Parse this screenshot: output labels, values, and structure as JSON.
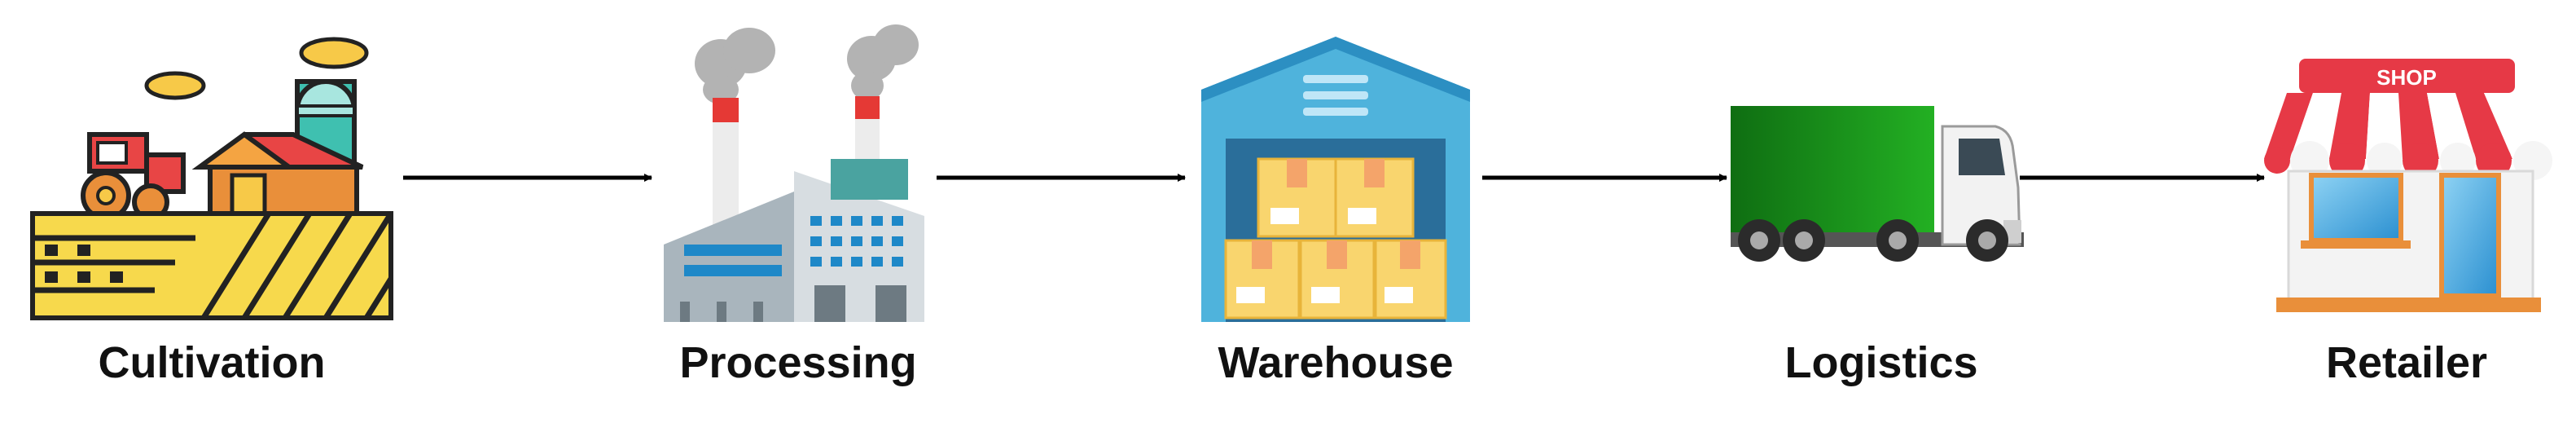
{
  "stages": [
    {
      "label": "Cultivation",
      "icon": "farm-icon"
    },
    {
      "label": "Processing",
      "icon": "factory-icon"
    },
    {
      "label": "Warehouse",
      "icon": "warehouse-icon"
    },
    {
      "label": "Logistics",
      "icon": "truck-icon"
    },
    {
      "label": "Retailer",
      "icon": "shop-icon",
      "sign_text": "SHOP"
    }
  ],
  "colors": {
    "arrow": "#000000",
    "label_text": "#111111",
    "truck_cargo": "#1e9e1e",
    "warehouse": "#4fb3dc",
    "boxes": "#f9d56e",
    "shop_awning": "#e63946",
    "factory_smoke": "#b3b3b3"
  }
}
